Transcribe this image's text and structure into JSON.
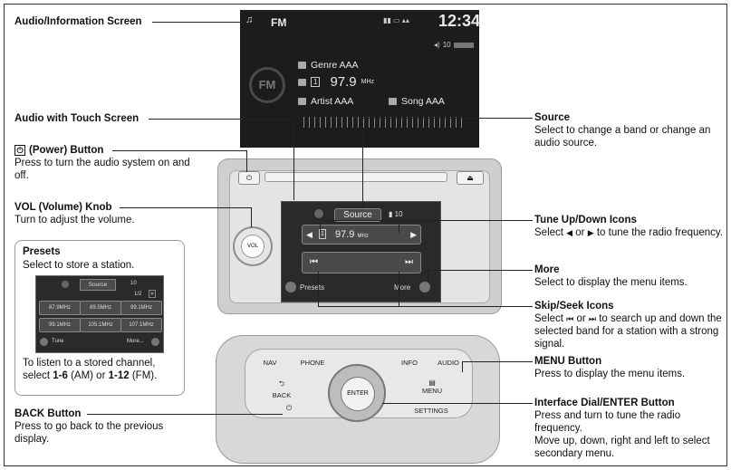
{
  "callouts": {
    "audio_info_screen": {
      "title": "Audio/Information Screen"
    },
    "audio_touch_screen": {
      "title": "Audio with Touch Screen"
    },
    "power_button": {
      "title": "(Power) Button",
      "icon_glyph": "⏻",
      "desc": "Press to turn the audio system on and off."
    },
    "vol_knob": {
      "title": "VOL (Volume) Knob",
      "desc": "Turn to adjust the volume."
    },
    "presets": {
      "title": "Presets",
      "desc": "Select to store a station.",
      "note_pre": "To listen to a stored channel, select ",
      "am_range": "1-6",
      "am_label": " (AM) or ",
      "fm_range": "1-12",
      "fm_label": " (FM)."
    },
    "back_button": {
      "title": "BACK Button",
      "desc": "Press to go back to the previous display."
    },
    "source": {
      "title": "Source",
      "desc": "Select to change a band or change an audio source."
    },
    "tune": {
      "title": "Tune Up/Down Icons",
      "desc_pre": "Select ",
      "or": " or ",
      "desc_post": " to tune the radio frequency."
    },
    "more": {
      "title": "More",
      "desc": "Select to display the menu items."
    },
    "skip": {
      "title": "Skip/Seek Icons",
      "desc_pre": "Select ",
      "or": " or ",
      "desc_post": " to search up and down the selected band for a station with a strong signal."
    },
    "menu_button": {
      "title": "MENU Button",
      "desc": "Press to display the menu items."
    },
    "dial": {
      "title": "Interface Dial/ENTER Button",
      "desc1": "Press and turn to tune the radio frequency.",
      "desc2": "Move up, down, right and left to select secondary menu."
    }
  },
  "info_screen": {
    "band": "FM",
    "clock": "12:34",
    "volume": "10",
    "genre": "Genre AAA",
    "preset_num": "1",
    "frequency": "97.9",
    "freq_unit": "MHz",
    "artist": "Artist AAA",
    "song": "Song AAA",
    "logo": "FM"
  },
  "touch_screen": {
    "source_label": "Source",
    "volume": "10",
    "preset_num": "1",
    "frequency": "97.9",
    "freq_unit": "MHz",
    "presets_label": "Presets",
    "more_label": "More"
  },
  "unit_labels": {
    "vol": "VOL"
  },
  "control_panel": {
    "nav": "NAV",
    "phone": "PHONE",
    "info": "INFO",
    "audio": "AUDIO",
    "back": "BACK",
    "menu": "MENU",
    "settings": "SETTINGS",
    "enter": "ENTER"
  },
  "presets_screen": {
    "source": "Source",
    "volume": "10",
    "page": "1/2",
    "cells": [
      "87.9MHz",
      "89.5MHz",
      "99.1MHz",
      "99.1MHz",
      "105.1MHz",
      "107.1MHz"
    ],
    "tune": "Tune",
    "more": "More..."
  }
}
